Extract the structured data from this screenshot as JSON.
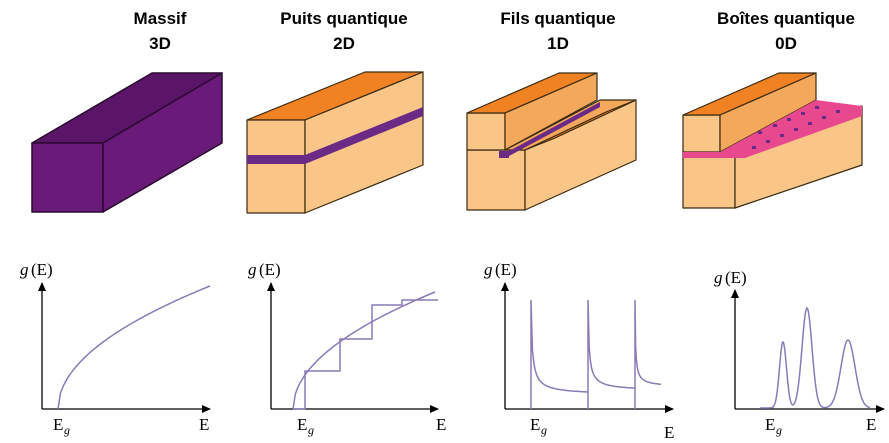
{
  "panels": [
    {
      "title": "Massif",
      "dim": "3D",
      "gy": "g",
      "gparen": "(E)",
      "eg": "E",
      "egsub": "g",
      "e": "E",
      "curve": "sqrt"
    },
    {
      "title": "Puits quantique",
      "dim": "2D",
      "gy": "g",
      "gparen": "(E)",
      "eg": "E",
      "egsub": "g",
      "e": "E",
      "curve": "staircase"
    },
    {
      "title": "Fils quantique",
      "dim": "1D",
      "gy": "g",
      "gparen": "(E)",
      "eg": "E",
      "egsub": "g",
      "e": "E",
      "curve": "inverse-sqrt-spikes"
    },
    {
      "title": "Boîtes quantique",
      "dim": "0D",
      "gy": "g",
      "gparen": "(E)",
      "eg": "E",
      "egsub": "g",
      "e": "E",
      "curve": "discrete-peaks"
    }
  ],
  "colors": {
    "bulk": "#6a1a78",
    "bulkDark": "#4a0f57",
    "bulkTop": "#5a1568",
    "matLight": "#f9c688",
    "matTop": "#f08224",
    "matSide": "#f4a85c",
    "quantum": "#6a2a86",
    "dots": "#e8488e",
    "curve": "#8a7ab8",
    "axis": "#000000"
  }
}
